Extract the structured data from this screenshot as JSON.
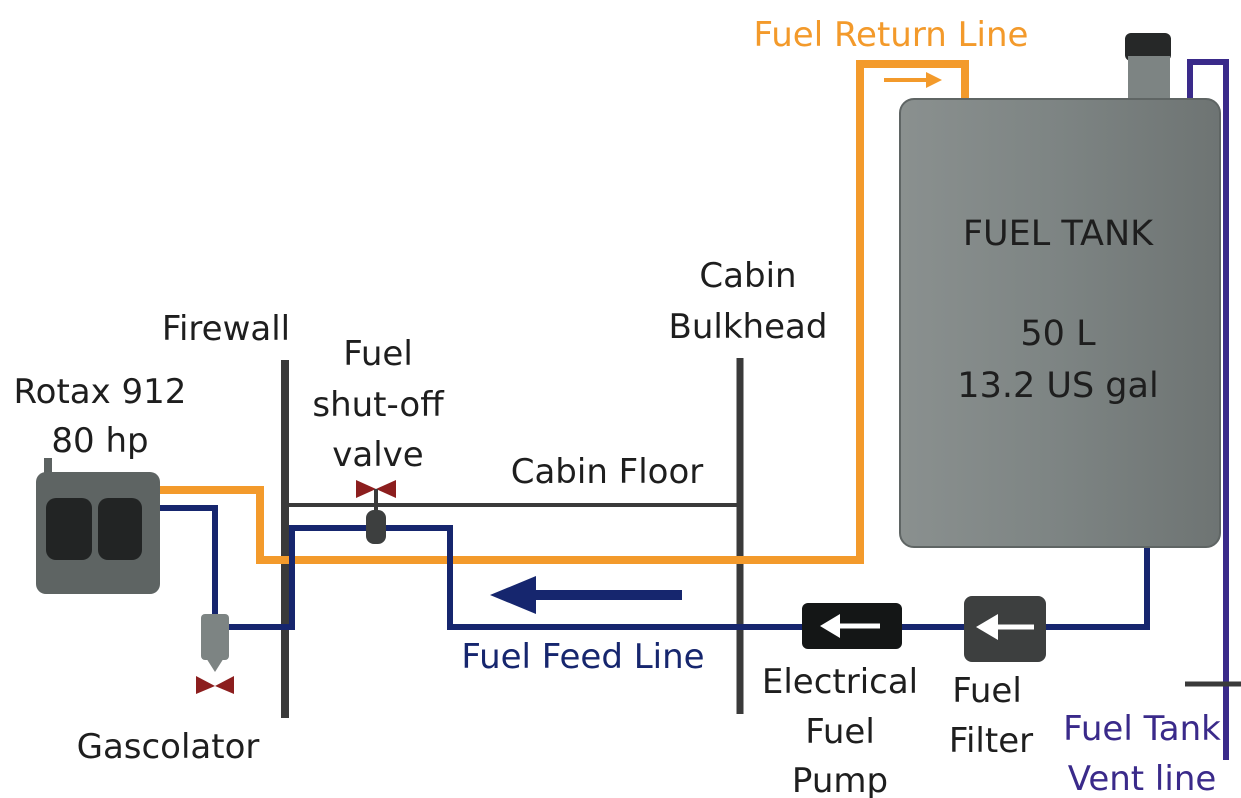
{
  "labels": {
    "fuel_return_line": "Fuel Return Line",
    "fuel_tank_title": "FUEL TANK",
    "fuel_tank_capacity_l": "50 L",
    "fuel_tank_capacity_gal": "13.2 US gal",
    "cabin_bulkhead_1": "Cabin",
    "cabin_bulkhead_2": "Bulkhead",
    "firewall": "Firewall",
    "valve_1": "Fuel",
    "valve_2": "shut-off",
    "valve_3": "valve",
    "engine_1": "Rotax 912",
    "engine_2": "80 hp",
    "cabin_floor": "Cabin Floor",
    "fuel_feed_line": "Fuel Feed Line",
    "pump_1": "Electrical",
    "pump_2": "Fuel",
    "pump_3": "Pump",
    "filter_1": "Fuel",
    "filter_2": "Filter",
    "vent_1": "Fuel Tank",
    "vent_2": "Vent line",
    "gascolator": "Gascolator"
  },
  "colors": {
    "return_line": "#f39a2b",
    "feed_line": "#16266e",
    "vent_line": "#3a2a8a",
    "tank": "#7d8483",
    "component_dark": "#3d3f3f",
    "valve_red": "#8c1e1e",
    "structure": "#3a3a3a"
  }
}
